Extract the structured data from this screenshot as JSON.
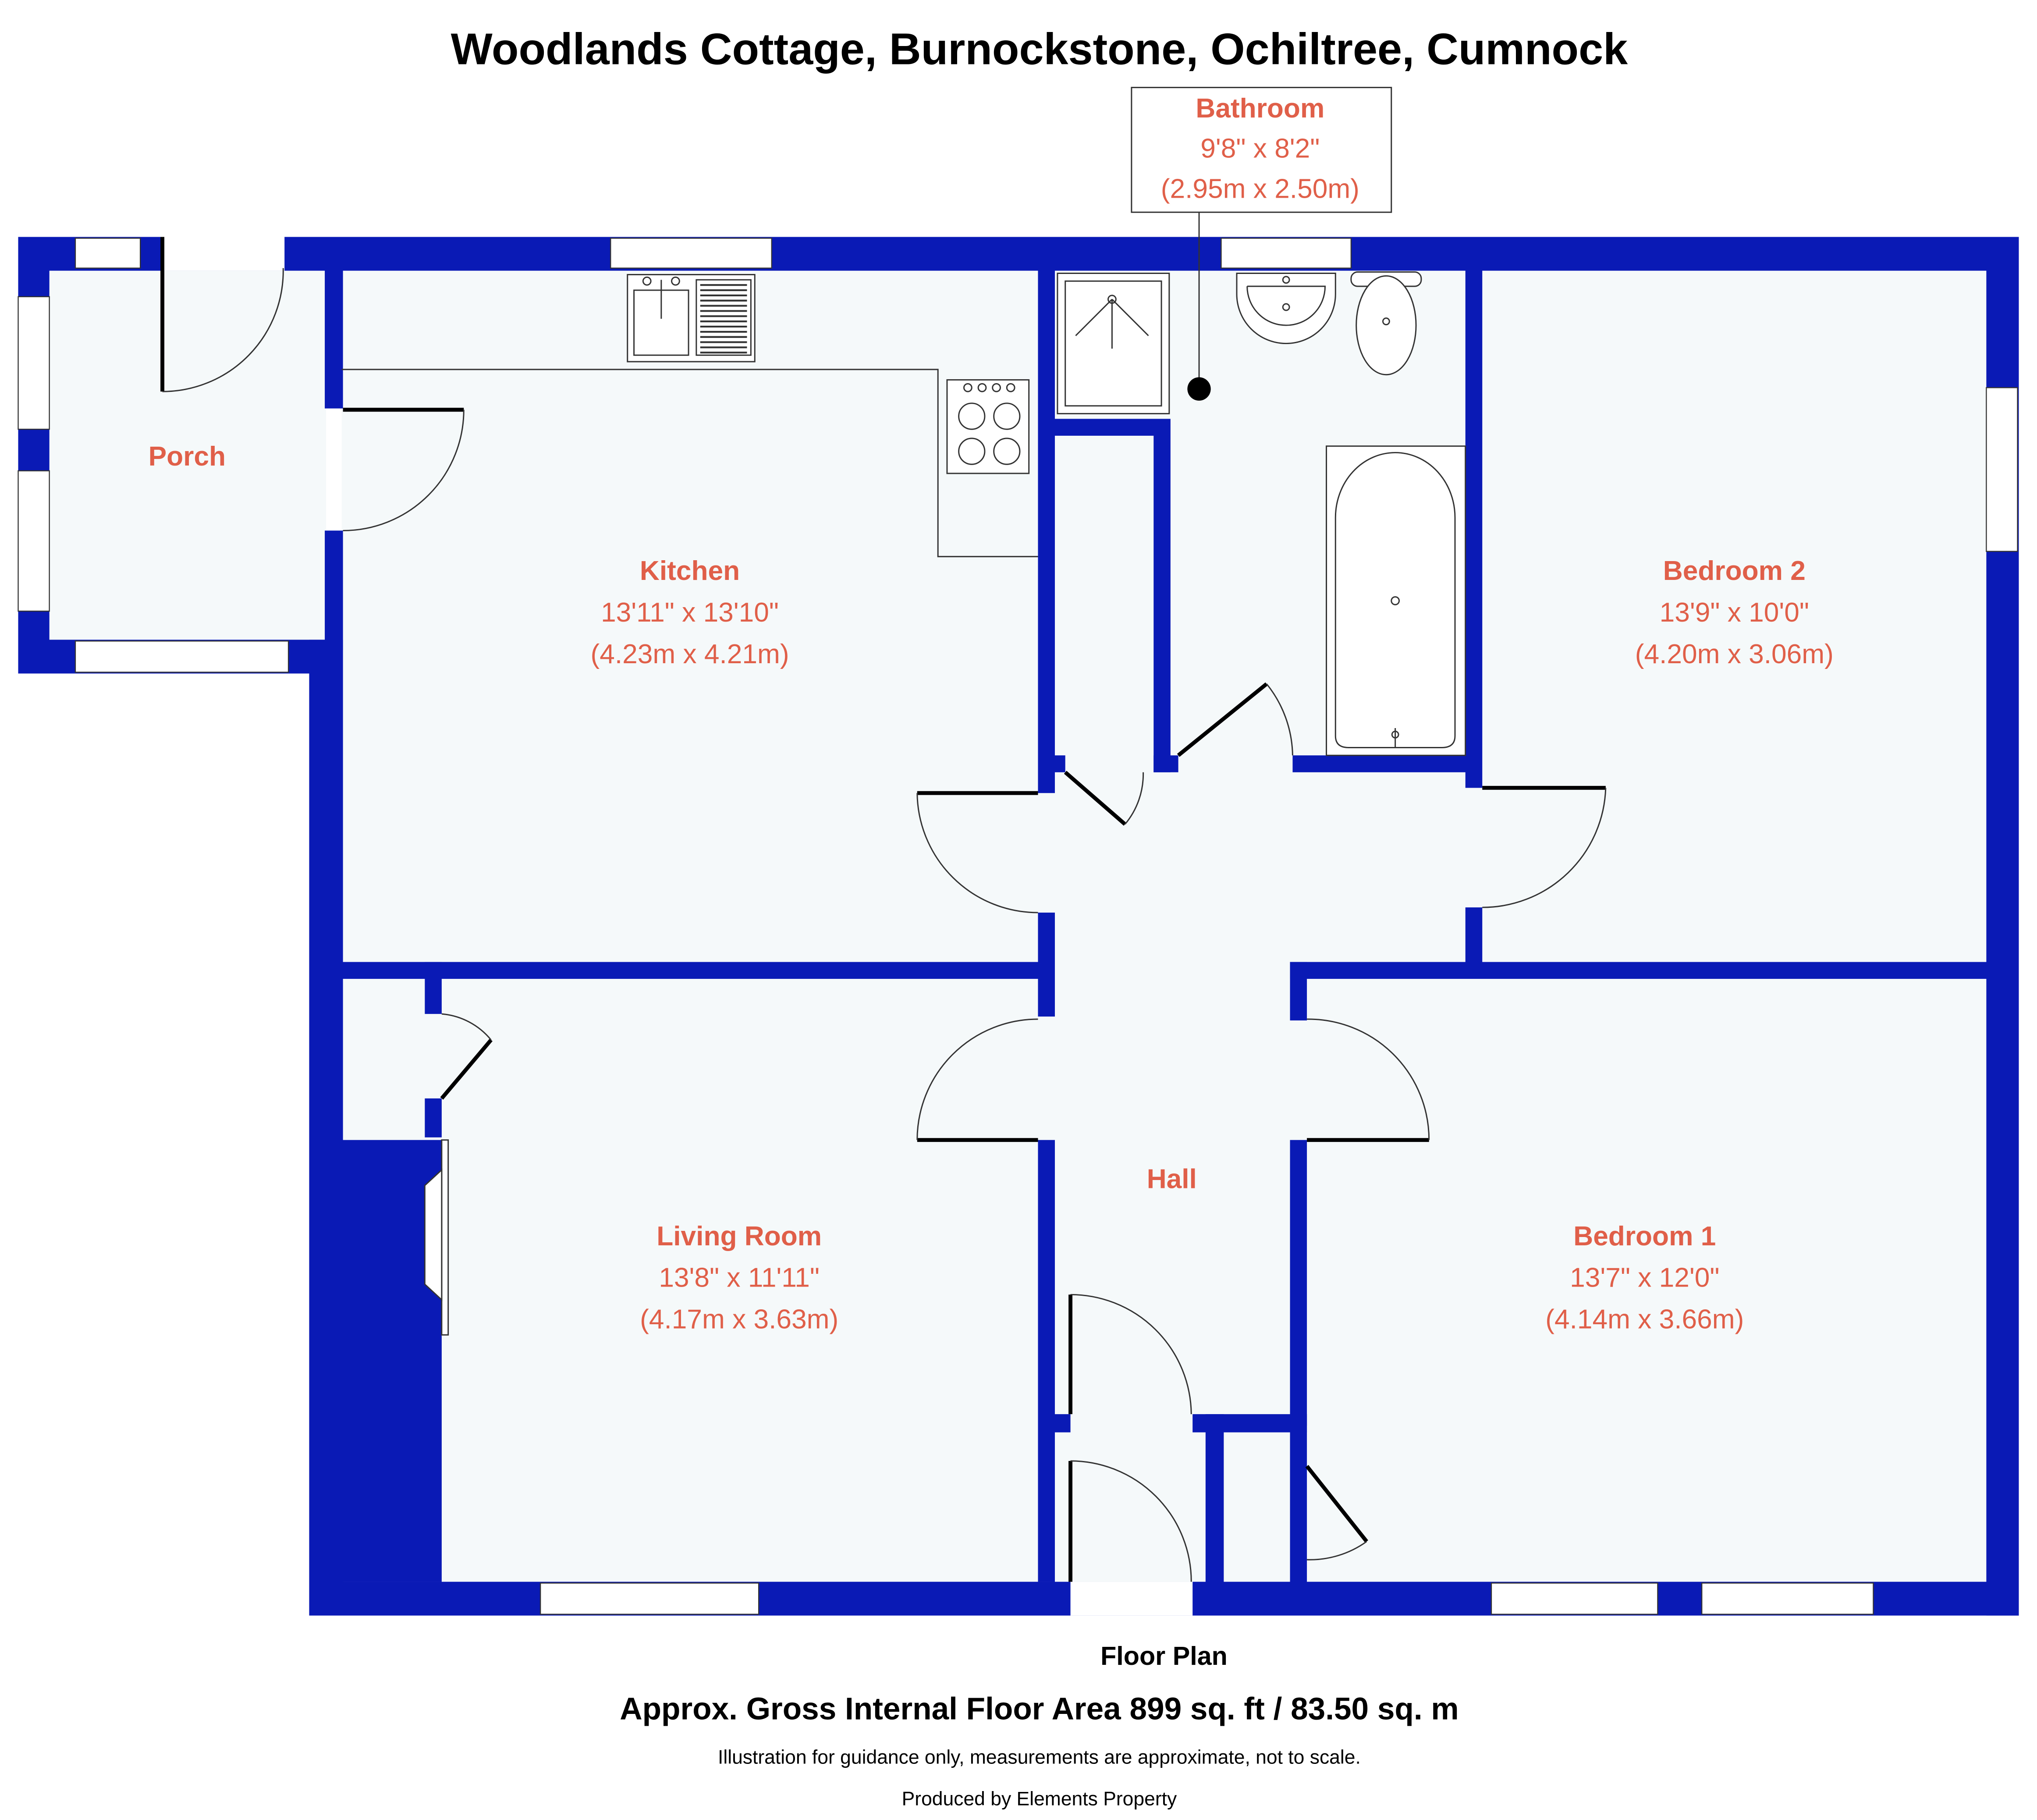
{
  "title": "Woodlands Cottage, Burnockstone, Ochiltree, Cumnock",
  "colors": {
    "wall": "#0a1ab4",
    "room_label": "#e05f48",
    "floor": "#f6f9fa"
  },
  "rooms": {
    "porch": {
      "name": "Porch"
    },
    "kitchen": {
      "name": "Kitchen",
      "imperial": "13'11\" x 13'10\"",
      "metric": "(4.23m x 4.21m)"
    },
    "bathroom": {
      "name": "Bathroom",
      "imperial": "9'8\" x 8'2\"",
      "metric": "(2.95m x 2.50m)"
    },
    "bedroom2": {
      "name": "Bedroom 2",
      "imperial": "13'9\" x 10'0\"",
      "metric": "(4.20m x 3.06m)"
    },
    "living": {
      "name": "Living Room",
      "imperial": "13'8\" x 11'11\"",
      "metric": "(4.17m x 3.63m)"
    },
    "hall": {
      "name": "Hall"
    },
    "bedroom1": {
      "name": "Bedroom 1",
      "imperial": "13'7\" x 12'0\"",
      "metric": "(4.14m x 3.66m)"
    }
  },
  "footer": {
    "heading": "Floor Plan",
    "area": "Approx. Gross Internal Floor Area 899 sq. ft / 83.50 sq. m",
    "disclaimer": "Illustration for guidance only, measurements are approximate, not to scale.",
    "producer": "Produced by Elements Property"
  },
  "icons": [
    "sink-icon",
    "drainer-icon",
    "hob-icon",
    "shower-tray-icon",
    "basin-icon",
    "toilet-icon",
    "bath-icon",
    "fireplace-icon"
  ]
}
